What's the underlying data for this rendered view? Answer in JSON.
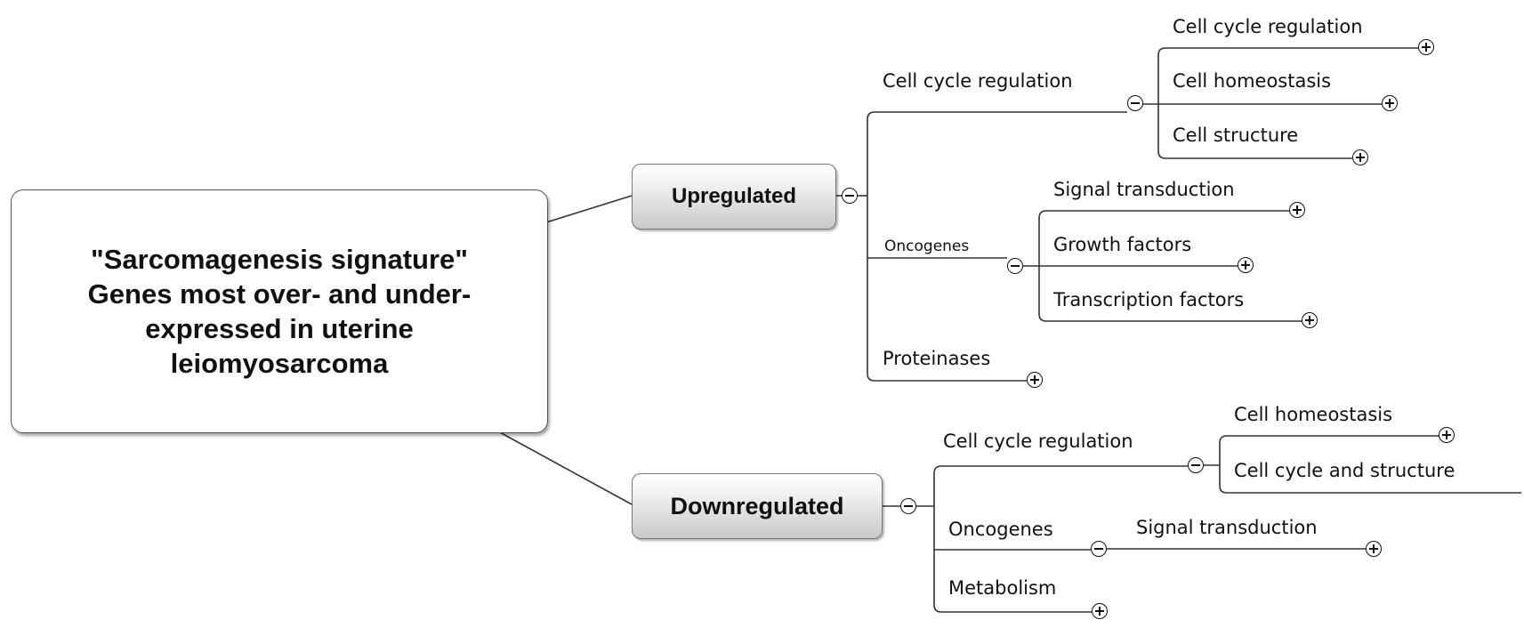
{
  "root": {
    "title": "\"Sarcomagenesis signature\"\nGenes most over- and under-\nexpressed in uterine\nleiomyosarcoma"
  },
  "upregulated": {
    "label": "Upregulated",
    "cell_cycle_regulation": {
      "label": "Cell cycle regulation",
      "children": [
        "Cell cycle regulation",
        "Cell homeostasis",
        "Cell structure"
      ]
    },
    "oncogenes": {
      "label": "Oncogenes",
      "children": [
        "Signal transduction",
        "Growth factors",
        "Transcription factors"
      ]
    },
    "proteinases": {
      "label": "Proteinases"
    }
  },
  "downregulated": {
    "label": "Downregulated",
    "cell_cycle_regulation": {
      "label": "Cell cycle regulation",
      "children": [
        "Cell homeostasis",
        "Cell cycle and structure"
      ]
    },
    "oncogenes": {
      "label": "Oncogenes",
      "children": [
        "Signal transduction"
      ]
    },
    "metabolism": {
      "label": "Metabolism"
    }
  },
  "style": {
    "line_color": "#333333",
    "node_fill": "#d4d4d4",
    "text_color": "#111111"
  }
}
